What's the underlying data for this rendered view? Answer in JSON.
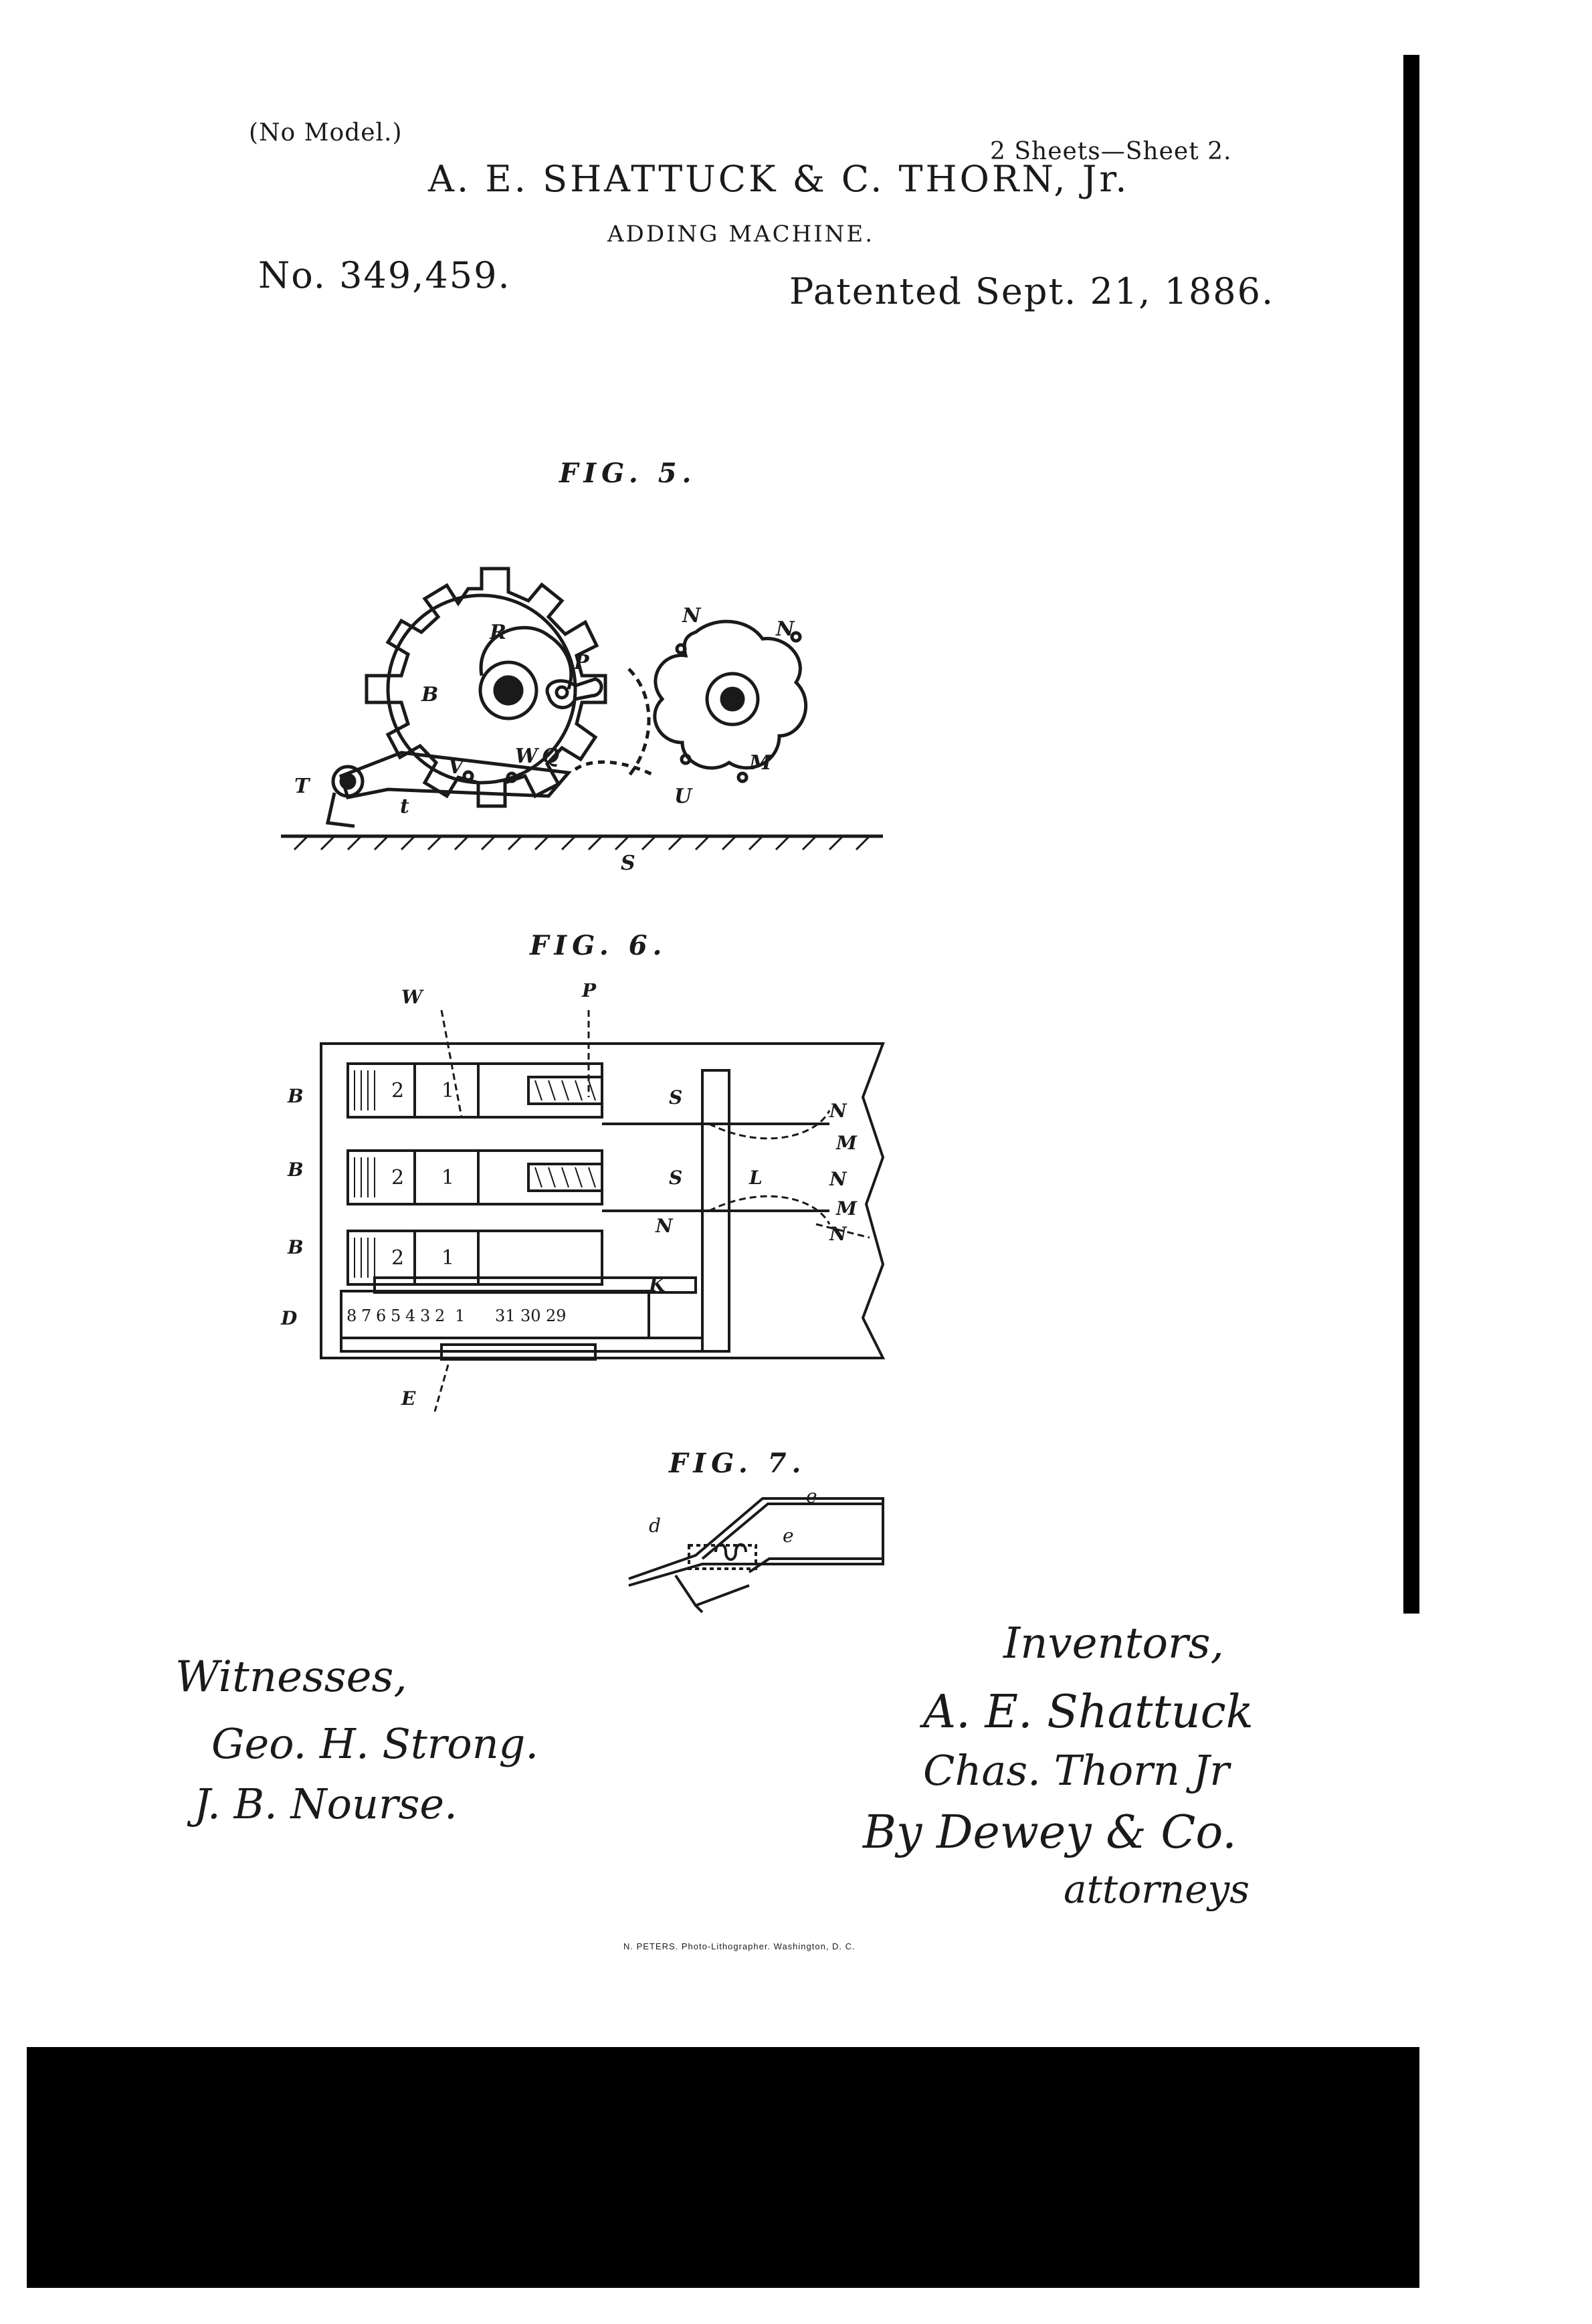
{
  "header": {
    "model_note": "(No Model.)",
    "sheets": "2 Sheets—Sheet 2.",
    "inventors_line": "A. E. SHATTUCK & C. THORN, Jr.",
    "title": "ADDING MACHINE.",
    "patent_number": "No. 349,459.",
    "patent_date": "Patented Sept. 21, 1886."
  },
  "figures": {
    "fig5": {
      "label": "FIG. 5.",
      "letters": [
        "R",
        "P",
        "N",
        "N",
        "B",
        "Q",
        "M",
        "T",
        "V",
        "W",
        "U",
        "t",
        "S"
      ]
    },
    "fig6": {
      "label": "FIG. 6.",
      "letters": [
        "W",
        "P",
        "B",
        "B",
        "B",
        "D",
        "E",
        "S",
        "S",
        "N",
        "M",
        "L",
        "N",
        "M",
        "N",
        "N",
        "K"
      ],
      "wheel_digits": [
        "2",
        "1",
        "2",
        "1",
        "2",
        "1"
      ],
      "dial_digits": [
        "8",
        "7",
        "6",
        "5",
        "4",
        "3",
        "2",
        "1",
        "31",
        "30",
        "29"
      ]
    },
    "fig7": {
      "label": "FIG. 7.",
      "letters": [
        "d",
        "e",
        "e"
      ]
    }
  },
  "signatures": {
    "witnesses_heading": "Witnesses,",
    "witness_1": "Geo. H. Strong.",
    "witness_2": "J. B. Nourse.",
    "inventors_heading": "Inventors,",
    "inventor_1": "A. E. Shattuck",
    "inventor_2": "Chas. Thorn Jr",
    "attorney_1": "By Dewey & Co.",
    "attorney_2": "attorneys"
  },
  "lithographer": "N. PETERS. Photo-Lithographer. Washington, D. C.",
  "colors": {
    "paper": "#ffffff",
    "ink": "#1a1a1a",
    "scan_band": "#000000"
  }
}
